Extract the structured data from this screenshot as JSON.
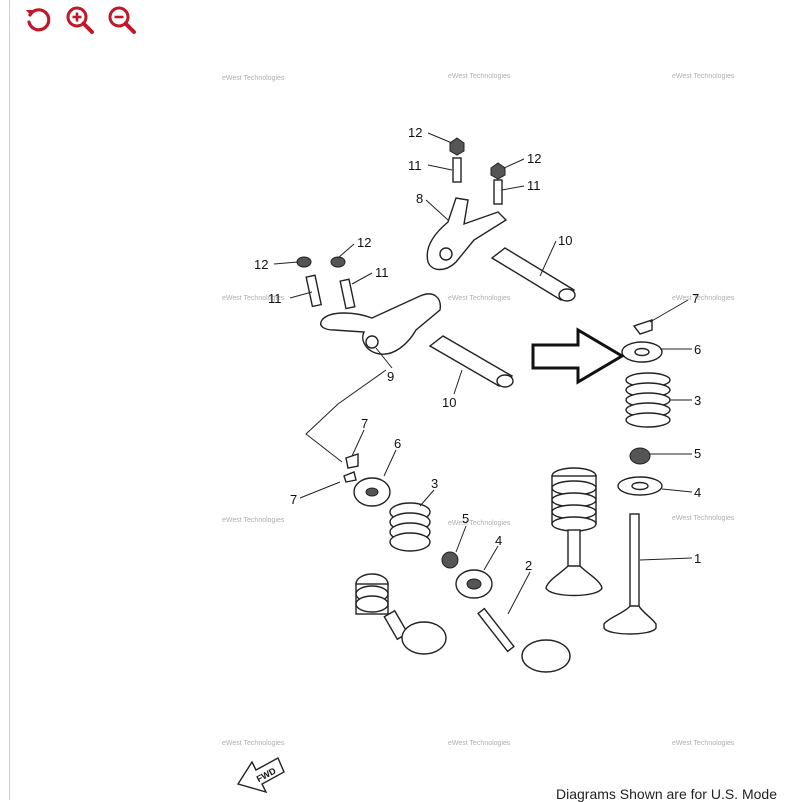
{
  "toolbar": {
    "accent_color": "#c0182a",
    "buttons": [
      {
        "name": "reset-button",
        "icon": "rotate-left-icon"
      },
      {
        "name": "zoom-in-button",
        "icon": "zoom-in-icon"
      },
      {
        "name": "zoom-out-button",
        "icon": "zoom-out-icon"
      }
    ]
  },
  "diagram": {
    "callouts": {
      "c12a": "12",
      "c11a": "11",
      "c12b": "12",
      "c11b": "11",
      "c8": "8",
      "c10a": "10",
      "c12c": "12",
      "c12d": "12",
      "c11c": "11",
      "c11d": "11",
      "c9": "9",
      "c10b": "10",
      "c7a": "7",
      "c6a": "6",
      "c3a": "3",
      "c5a": "5",
      "c4a": "4",
      "c1": "1",
      "c7b": "7",
      "c7c": "7",
      "c6b": "6",
      "c3b": "3",
      "c5b": "5",
      "c4b": "4",
      "c2": "2"
    },
    "watermark": "eWest Technologies",
    "fwd_label": "FWD"
  },
  "footer": {
    "note": "Diagrams Shown are for U.S. Mode"
  }
}
